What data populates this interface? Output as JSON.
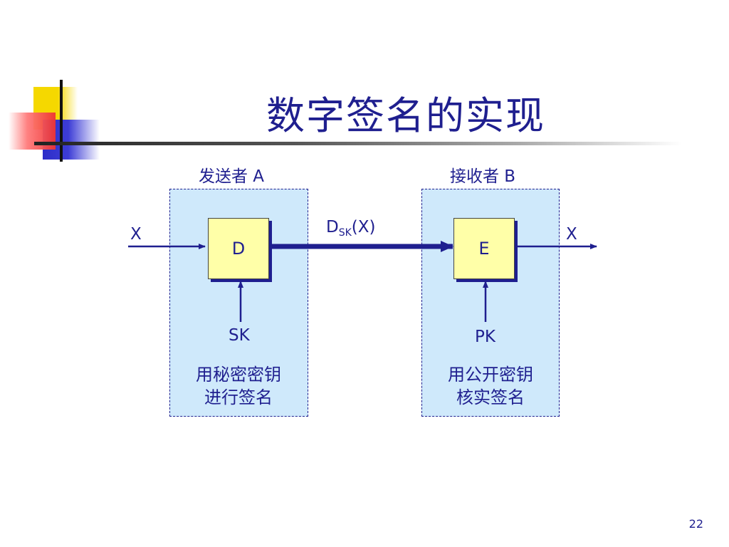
{
  "slide": {
    "title": "数字签名的实现",
    "page_number": "22"
  },
  "sender": {
    "heading": "发送者 A",
    "box_label": "D",
    "key_label": "SK",
    "caption_line1": "用秘密密钥",
    "caption_line2": "进行签名"
  },
  "receiver": {
    "heading": "接收者 B",
    "box_label": "E",
    "key_label": "PK",
    "caption_line1": "用公开密钥",
    "caption_line2": "核实签名"
  },
  "flow": {
    "input_label": "X",
    "output_label": "X",
    "signed_main": "D",
    "signed_sub": "SK",
    "signed_arg": "(X)"
  },
  "colors": {
    "primary": "#1f1f8f",
    "panel_fill": "#cfe9fb",
    "box_fill": "#ffffa8",
    "deco_yellow": "#f5d800",
    "deco_red": "#ee3333",
    "deco_blue": "#3333cc"
  }
}
